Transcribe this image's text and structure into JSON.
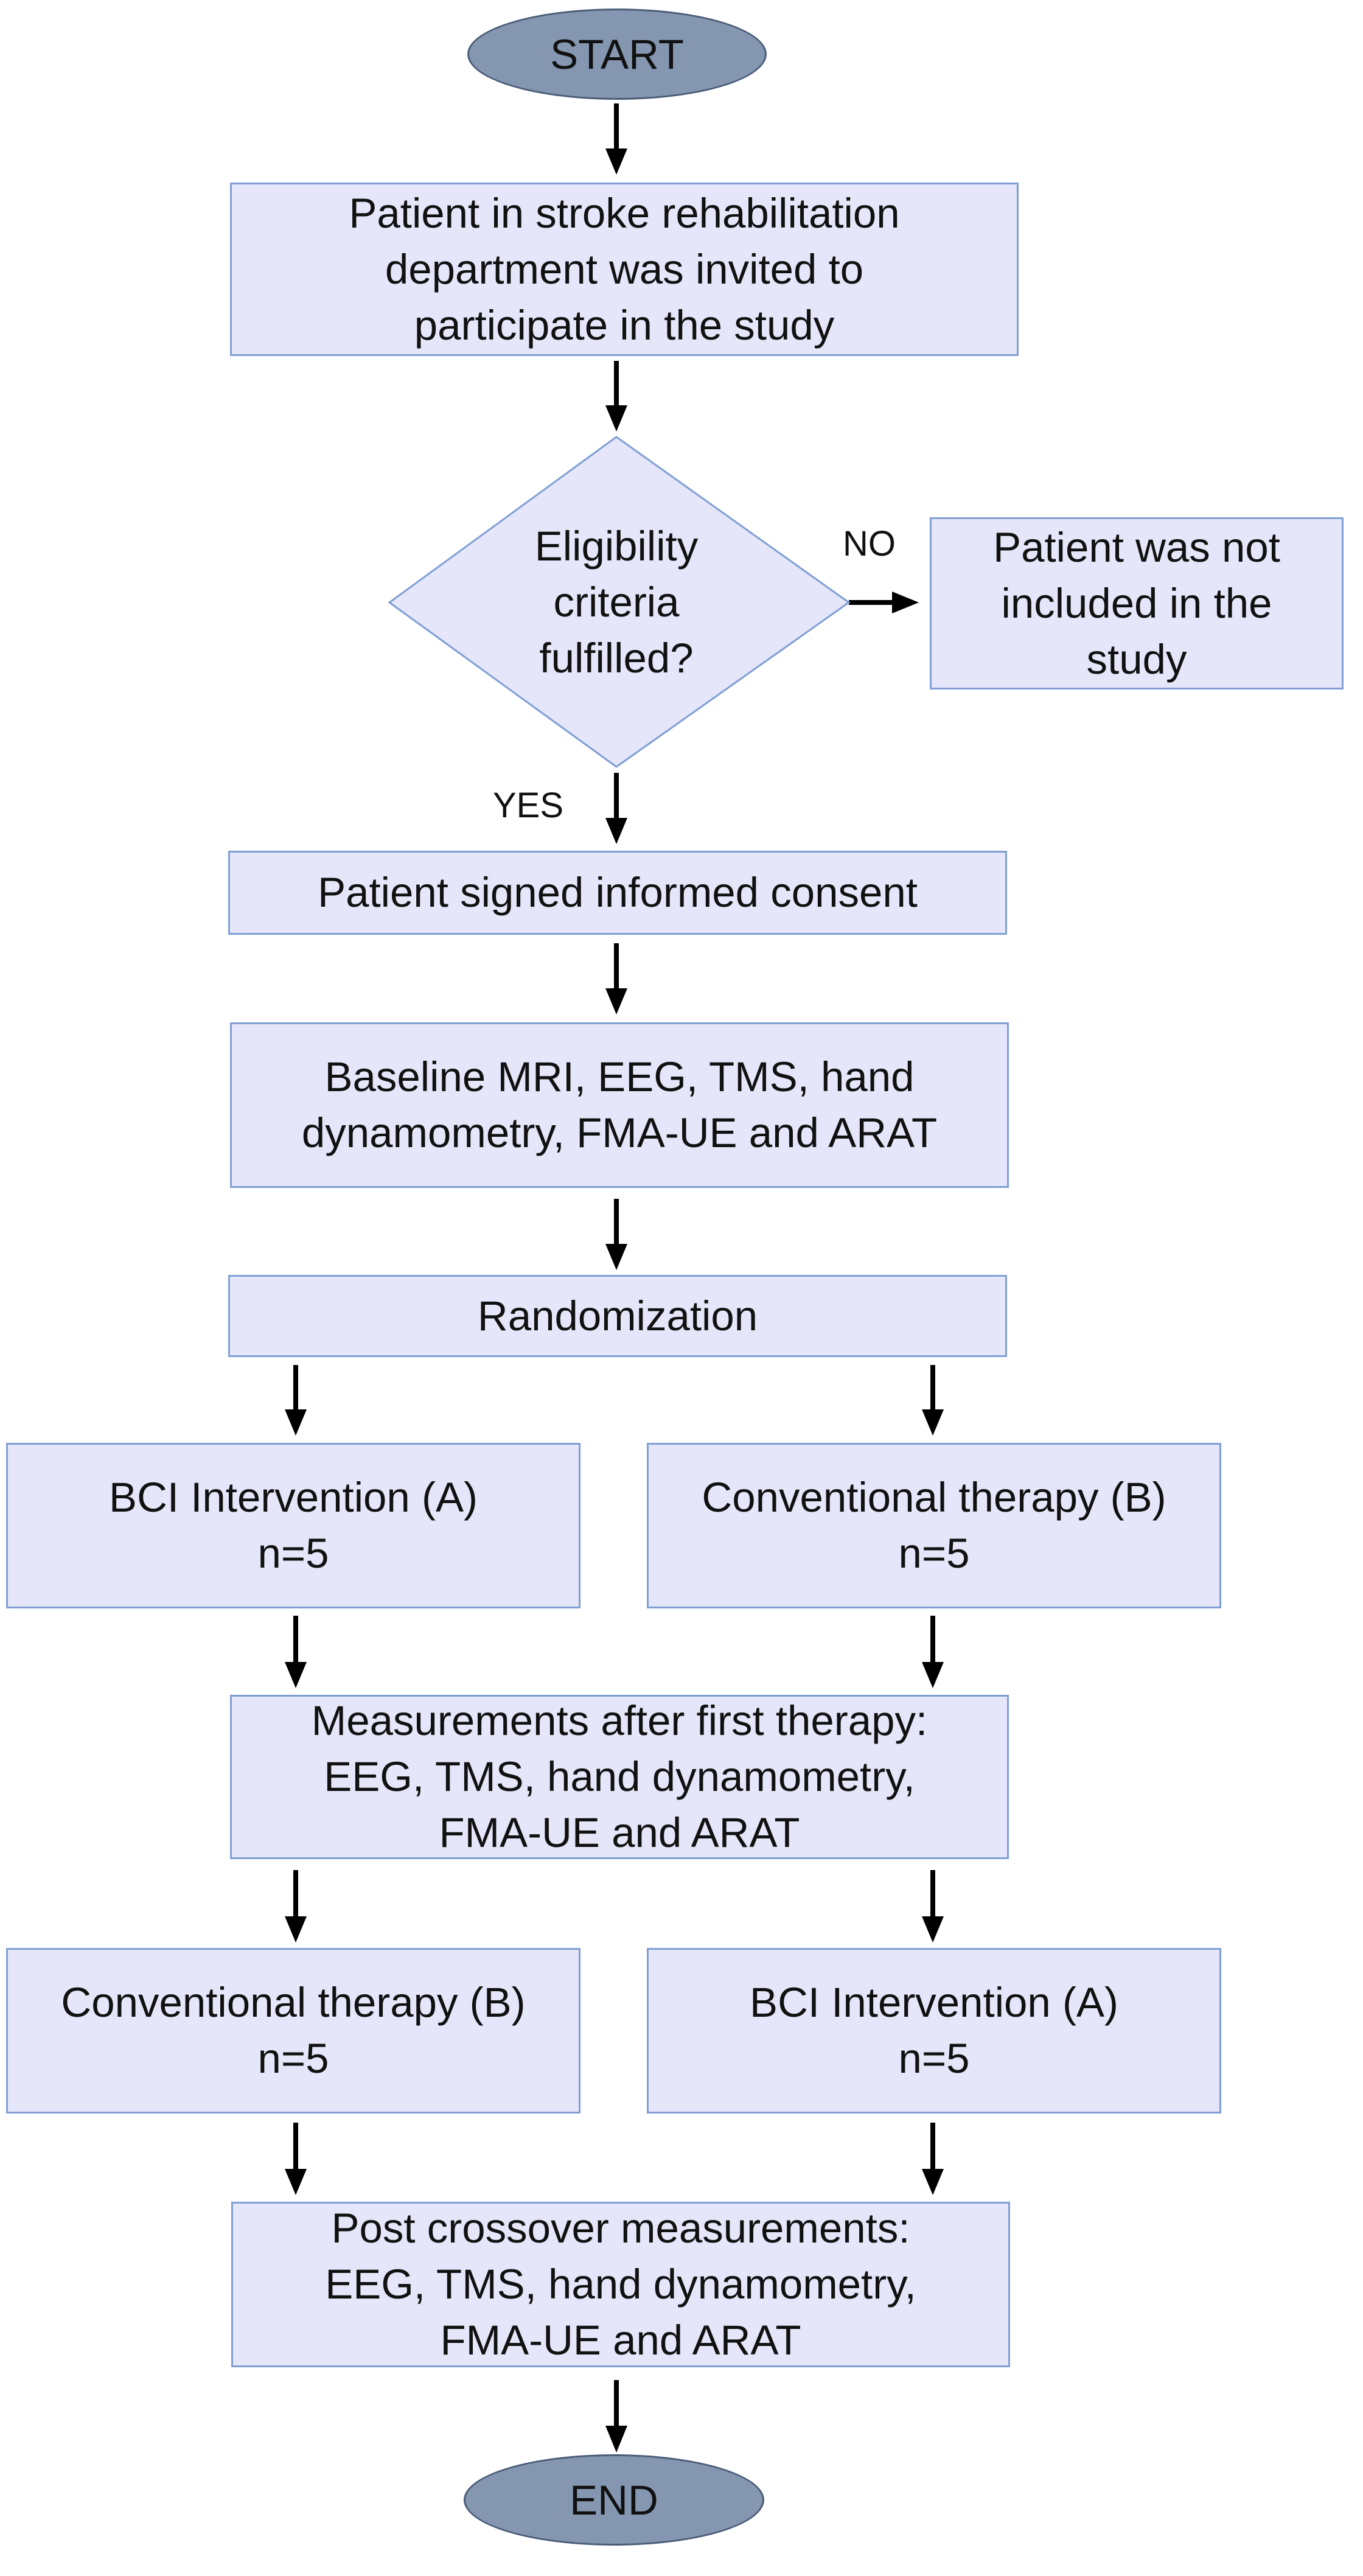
{
  "flowchart": {
    "start": "START",
    "end": "END",
    "invite": [
      "Patient in stroke rehabilitation",
      "department was invited to",
      "participate in the study"
    ],
    "decision": [
      "Eligibility",
      "criteria",
      "fulfilled?"
    ],
    "no_label": "NO",
    "yes_label": "YES",
    "excluded": [
      "Patient was not",
      "included in the",
      "study"
    ],
    "consent": [
      "Patient signed informed consent"
    ],
    "baseline": [
      "Baseline MRI, EEG, TMS, hand",
      "dynamometry, FMA-UE and ARAT"
    ],
    "randomization": [
      "Randomization"
    ],
    "arm1_first": [
      "BCI Intervention (A)",
      "n=5"
    ],
    "arm2_first": [
      "Conventional therapy (B)",
      "n=5"
    ],
    "mid_measure": [
      "Measurements after first therapy:",
      "EEG, TMS, hand dynamometry,",
      "FMA-UE and ARAT"
    ],
    "arm1_second": [
      "Conventional therapy (B)",
      "n=5"
    ],
    "arm2_second": [
      "BCI Intervention (A)",
      "n=5"
    ],
    "post_measure": [
      "Post crossover measurements:",
      "EEG, TMS, hand dynamometry,",
      "FMA-UE and ARAT"
    ]
  },
  "colors": {
    "box_fill": "#e6e6fa",
    "box_border": "#7f9fd4",
    "terminal_fill": "#8496b0",
    "arrow": "#000000"
  }
}
